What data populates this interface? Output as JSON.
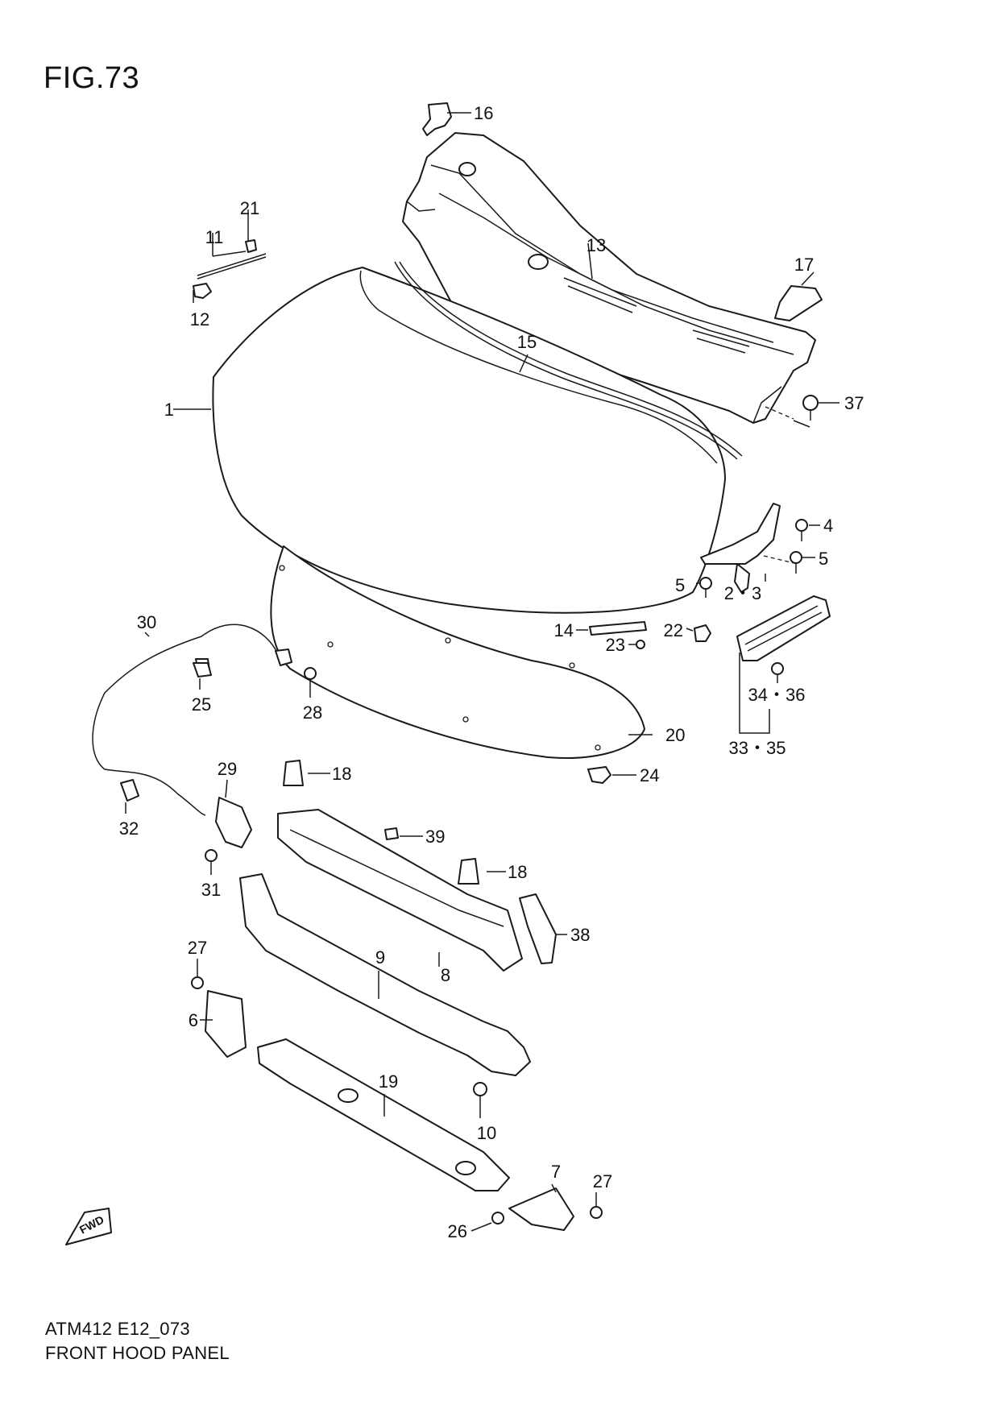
{
  "figure": {
    "title": "FIG.73",
    "code": "ATM412 E12_073",
    "name": "FRONT HOOD PANEL",
    "direction_badge": "FWD"
  },
  "callouts": [
    {
      "label": "1"
    },
    {
      "label": "2・3"
    },
    {
      "label": "4"
    },
    {
      "label": "5"
    },
    {
      "label": "5"
    },
    {
      "label": "6"
    },
    {
      "label": "7"
    },
    {
      "label": "8"
    },
    {
      "label": "9"
    },
    {
      "label": "10"
    },
    {
      "label": "11"
    },
    {
      "label": "12"
    },
    {
      "label": "13"
    },
    {
      "label": "14"
    },
    {
      "label": "15"
    },
    {
      "label": "16"
    },
    {
      "label": "17"
    },
    {
      "label": "18"
    },
    {
      "label": "18"
    },
    {
      "label": "19"
    },
    {
      "label": "20"
    },
    {
      "label": "21"
    },
    {
      "label": "22"
    },
    {
      "label": "23"
    },
    {
      "label": "24"
    },
    {
      "label": "25"
    },
    {
      "label": "26"
    },
    {
      "label": "27"
    },
    {
      "label": "27"
    },
    {
      "label": "28"
    },
    {
      "label": "29"
    },
    {
      "label": "30"
    },
    {
      "label": "31"
    },
    {
      "label": "32"
    },
    {
      "label": "33・35"
    },
    {
      "label": "34・36"
    },
    {
      "label": "37"
    },
    {
      "label": "38"
    },
    {
      "label": "39"
    }
  ]
}
